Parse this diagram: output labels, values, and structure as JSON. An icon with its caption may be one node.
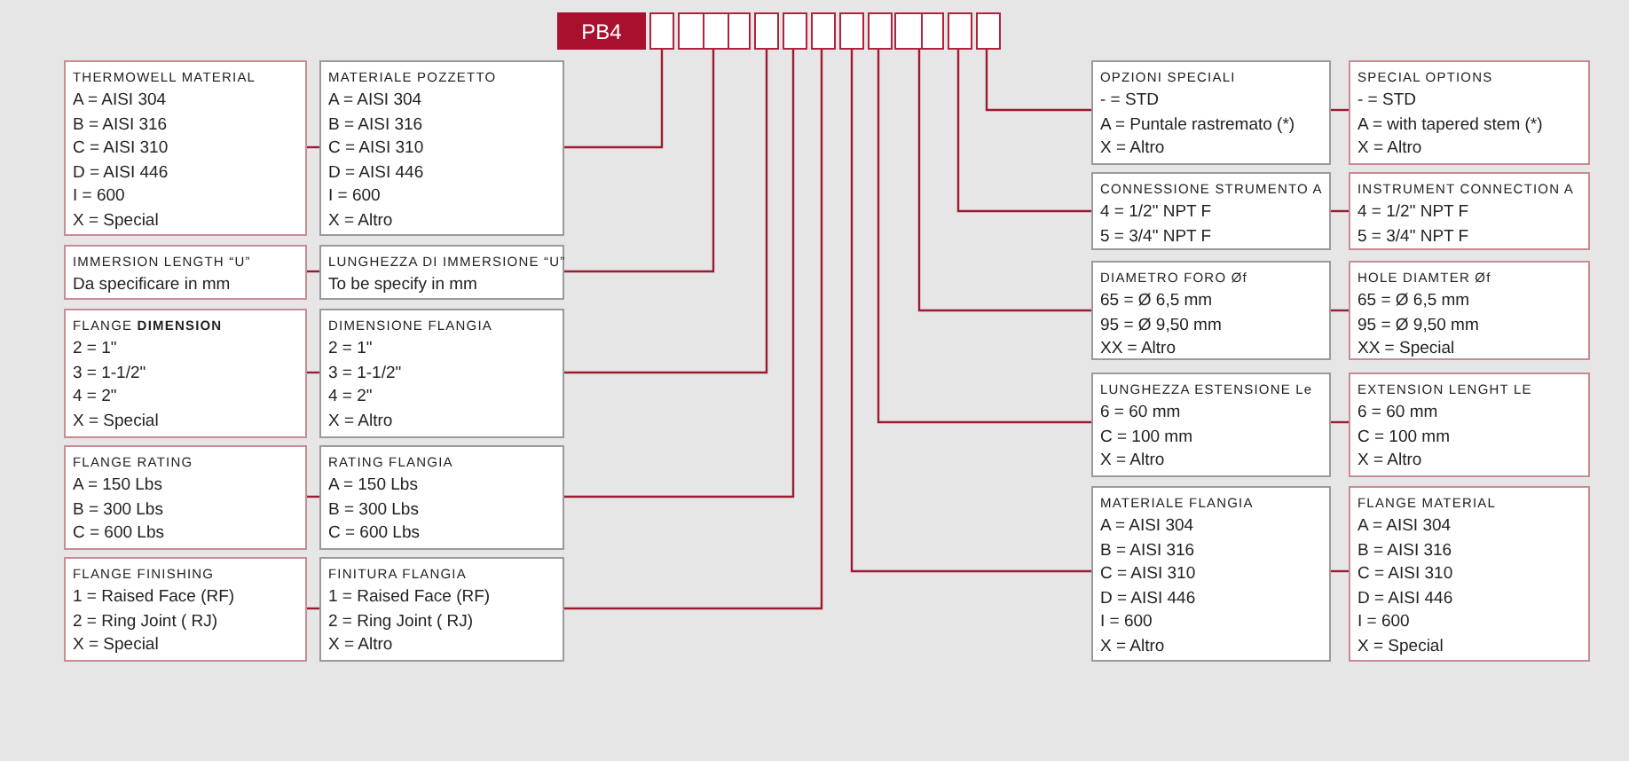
{
  "diagram": {
    "nodes": [
      {
        "text": [
          "PB4"
        ]
      },
      {
        "text": [],
        "shape": "box"
      },
      {
        "text": [],
        "shape": "box"
      },
      {
        "text": [],
        "shape": "box"
      },
      {
        "text": [],
        "shape": "box"
      },
      {
        "text": [],
        "shape": "box"
      },
      {
        "text": [],
        "shape": "box"
      },
      {
        "text": [],
        "shape": "box"
      },
      {
        "text": [],
        "shape": "box"
      },
      {
        "text": [],
        "shape": "box"
      },
      {
        "text": [],
        "shape": "box"
      },
      {
        "text": [
          "THERMOWELL MATERIAL",
          "A = AISI 304",
          "B = AISI 316",
          "C = AISI 310",
          "D = AISI 446",
          "I = 600",
          "X = Special"
        ]
      },
      {
        "text": [
          "MATERIALE POZZETTO",
          "A = AISI 304",
          "B = AISI 316",
          "C = AISI 310",
          "D = AISI 446",
          "I = 600",
          "X = Altro"
        ]
      },
      {
        "text": [
          "IMMERSION LENGTH “U”",
          "Da specificare in mm"
        ]
      },
      {
        "text": [
          "LUNGHEZZA DI IMMERSIONE “U”",
          "To be specify in mm"
        ]
      },
      {
        "text": [
          "FLANGE **DIMENSION**",
          "2 = 1\"",
          "3 = 1-1/2\"",
          "4 = 2\"",
          "X = Special"
        ]
      },
      {
        "text": [
          "DIMENSIONE FLANGIA",
          "2 = 1\"",
          "3 = 1-1/2\"",
          "4 = 2\"",
          "X = Altro"
        ]
      },
      {
        "text": [
          "FLANGE RATING",
          "A = 150 Lbs",
          "B = 300 Lbs",
          "C = 600 Lbs"
        ]
      },
      {
        "text": [
          "RATING FLANGIA",
          "A = 150 Lbs",
          "B = 300 Lbs",
          "C = 600 Lbs"
        ]
      },
      {
        "text": [
          "FLANGE FINISHING",
          "1 = Raised Face (RF)",
          "2 = Ring Joint ( RJ)",
          "X = Special"
        ]
      },
      {
        "text": [
          "FINITURA FLANGIA",
          "1 = Raised Face (RF)",
          "2 = Ring Joint ( RJ)",
          "X = Altro"
        ]
      },
      {
        "text": [
          "OPZIONI SPECIALI",
          "- = STD",
          "A = Puntale rastremato (*)",
          "X = Altro"
        ]
      },
      {
        "text": [
          "SPECIAL OPTIONS",
          "- = STD",
          "A = with tapered stem (*)",
          "X = Altro"
        ]
      },
      {
        "text": [
          "CONNESSIONE STRUMENTO A",
          "4 = 1/2\" NPT F",
          "5 = 3/4\" NPT F"
        ]
      },
      {
        "text": [
          "INSTRUMENT CONNECTION A",
          "4 = 1/2\" NPT F",
          "5 = 3/4\" NPT F"
        ]
      },
      {
        "text": [
          "DIAMETRO FORO Øf",
          "65 = Ø 6,5 mm",
          "95 = Ø 9,50 mm",
          "XX = Altro"
        ]
      },
      {
        "text": [
          "HOLE DIAMTER Øf",
          "65 = Ø 6,5 mm",
          "95 = Ø 9,50 mm",
          "XX = Special"
        ]
      },
      {
        "text": [
          "LUNGHEZZA ESTENSIONE Le",
          "6 = 60 mm",
          "C = 100 mm",
          "X = Altro"
        ]
      },
      {
        "text": [
          "EXTENSION LENGHT LE",
          "6 = 60 mm",
          "C = 100 mm",
          "X = Altro"
        ]
      },
      {
        "text": [
          "MATERIALE FLANGIA",
          "A = AISI 304",
          "B = AISI 316",
          "C = AISI 310",
          "D = AISI 446",
          "I = 600",
          "X = Altro"
        ]
      },
      {
        "text": [
          "FLANGE MATERIAL",
          "A = AISI 304",
          "B = AISI 316",
          "C = AISI 310",
          "D = AISI 446",
          "I = 600",
          "X = Special"
        ]
      }
    ],
    "edges": [
      {
        "from": 1,
        "to": 12,
        "arrow": "none"
      },
      {
        "from": 2,
        "to": 14,
        "arrow": "none"
      },
      {
        "from": 3,
        "to": 16,
        "arrow": "none"
      },
      {
        "from": 4,
        "to": 18,
        "arrow": "none"
      },
      {
        "from": 5,
        "to": 20,
        "arrow": "none"
      },
      {
        "from": 6,
        "to": 29,
        "arrow": "none"
      },
      {
        "from": 7,
        "to": 27,
        "arrow": "none"
      },
      {
        "from": 8,
        "to": 25,
        "arrow": "none"
      },
      {
        "from": 9,
        "to": 23,
        "arrow": "none"
      },
      {
        "from": 10,
        "to": 21,
        "arrow": "none"
      },
      {
        "from": 11,
        "to": 12,
        "arrow": "none"
      },
      {
        "from": 13,
        "to": 14,
        "arrow": "none"
      },
      {
        "from": 15,
        "to": 16,
        "arrow": "none"
      },
      {
        "from": 17,
        "to": 18,
        "arrow": "none"
      },
      {
        "from": 19,
        "to": 20,
        "arrow": "none"
      },
      {
        "from": 21,
        "to": 22,
        "arrow": "none"
      },
      {
        "from": 23,
        "to": 24,
        "arrow": "none"
      },
      {
        "from": 25,
        "to": 26,
        "arrow": "none"
      },
      {
        "from": 27,
        "to": 28,
        "arrow": "none"
      },
      {
        "from": 29,
        "to": 30,
        "arrow": "none"
      }
    ]
  }
}
